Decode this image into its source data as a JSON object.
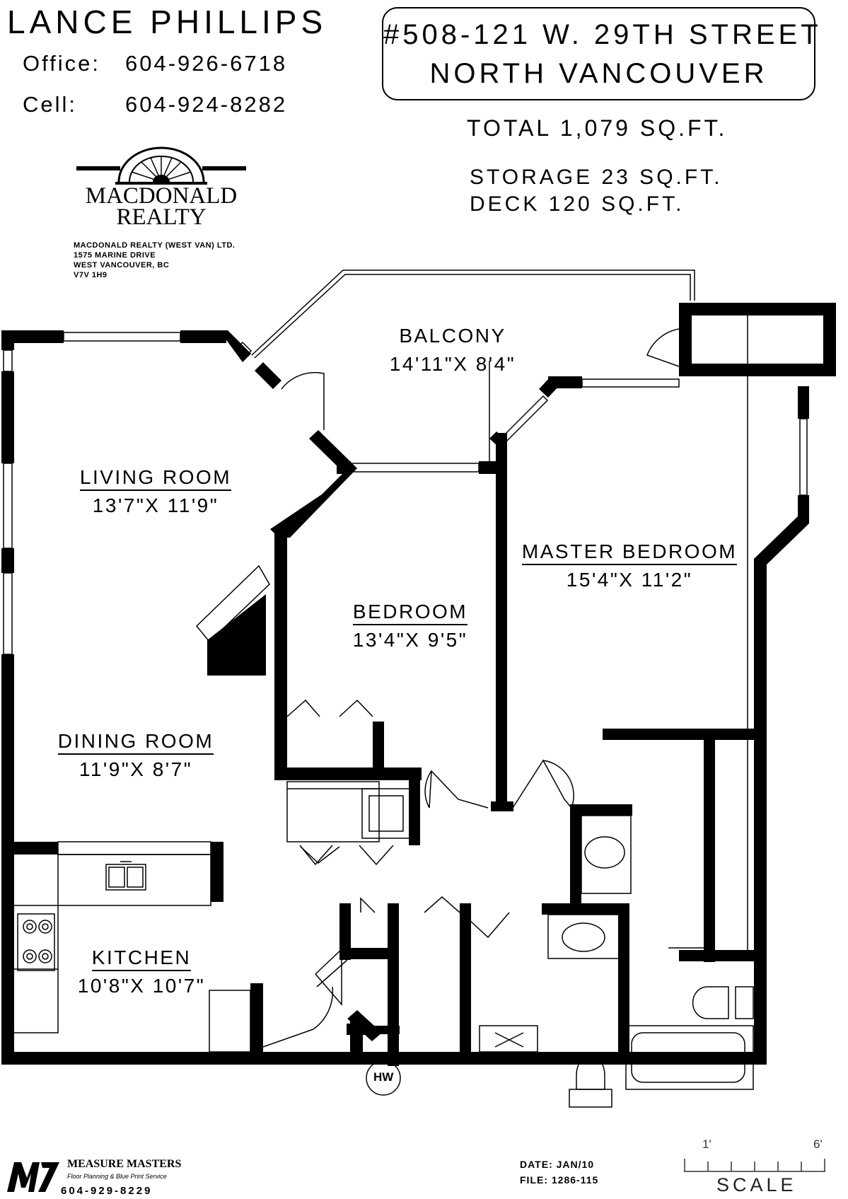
{
  "agent": {
    "name": "LANCE PHILLIPS",
    "office_label": "Office:",
    "office_phone": "604-926-6718",
    "cell_label": "Cell:",
    "cell_phone": "604-924-8282"
  },
  "listing": {
    "address_line1": "#508-121 W. 29TH STREET",
    "address_line2": "NORTH VANCOUVER",
    "total_area": "TOTAL 1,079 SQ.FT.",
    "storage_area": "STORAGE 23 SQ.FT.",
    "deck_area": "DECK 120 SQ.FT."
  },
  "brokerage": {
    "logo_line1": "MACDONALD",
    "logo_line2": "REALTY",
    "office_lines": [
      "MACDONALD REALTY (WEST VAN) LTD.",
      "1575 MARINE DRIVE",
      "WEST VANCOUVER, BC",
      "V7V 1H9"
    ]
  },
  "rooms": {
    "balcony": {
      "name": "BALCONY",
      "dims": "14'11\"X 8'4\""
    },
    "living": {
      "name": "LIVING ROOM",
      "dims": "13'7\"X 11'9\""
    },
    "master": {
      "name": "MASTER BEDROOM",
      "dims": "15'4\"X 11'2\""
    },
    "bedroom": {
      "name": "BEDROOM",
      "dims": "13'4\"X 9'5\""
    },
    "dining": {
      "name": "DINING ROOM",
      "dims": "11'9\"X 8'7\""
    },
    "kitchen": {
      "name": "KITCHEN",
      "dims": "10'8\"X 10'7\""
    },
    "hw": "HW"
  },
  "footer": {
    "date": "DATE: JAN/10",
    "file": "FILE: 1286-115",
    "drafter_name": "MEASURE MASTERS",
    "drafter_tagline": "Floor Planning & Blue Print Service",
    "drafter_phone": "604-929-8229",
    "scale_label": "SCALE",
    "scale_min": "1'",
    "scale_max": "6'"
  },
  "colors": {
    "wall": "#000000",
    "background": "#ffffff"
  }
}
